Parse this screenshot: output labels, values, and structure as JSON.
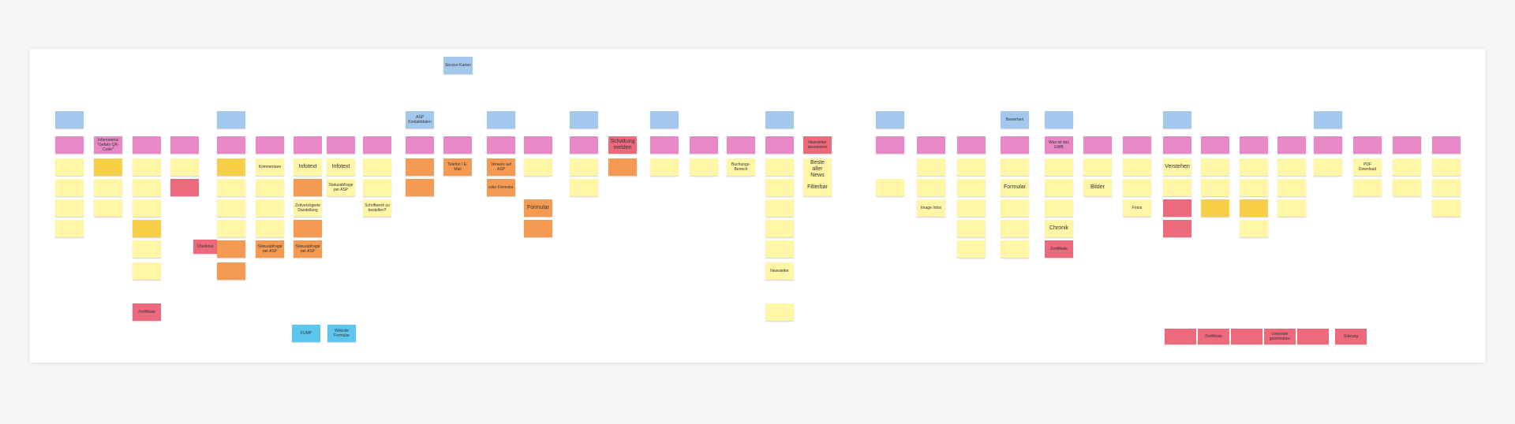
{
  "colors": {
    "yellow": "#fff6a8",
    "gold": "#f7d047",
    "orange": "#f59a52",
    "pink": "#e888c6",
    "red": "#ec6a7c",
    "blue": "#a3c8ee",
    "cyan": "#5cc6ef"
  },
  "notes": [
    {
      "text": "Service Karten",
      "color": "blue",
      "size": "med",
      "col": 0,
      "row": 0
    },
    {
      "text": "FUMP",
      "color": "cyan",
      "size": "med",
      "col": 0,
      "row": 0
    },
    {
      "text": "Website Formular",
      "color": "cyan",
      "size": "med",
      "col": 0,
      "row": 0
    },
    {
      "text": "",
      "color": "blue",
      "col": 1,
      "row": 1
    },
    {
      "text": "",
      "color": "pink",
      "col": 1,
      "row": 2
    },
    {
      "text": "",
      "color": "yellow",
      "col": 1,
      "row": 3
    },
    {
      "text": "",
      "color": "yellow",
      "col": 1,
      "row": 4
    },
    {
      "text": "",
      "color": "yellow",
      "col": 1,
      "row": 5
    },
    {
      "text": "",
      "color": "yellow",
      "col": 1,
      "row": 6
    },
    {
      "text": "Infomaterial \"Gefahr QR-Code\"",
      "color": "pink",
      "size": "med",
      "col": 2,
      "row": 2
    },
    {
      "text": "",
      "color": "gold",
      "col": 2,
      "row": 3
    },
    {
      "text": "",
      "color": "yellow",
      "col": 2,
      "row": 4
    },
    {
      "text": "",
      "color": "yellow",
      "col": 2,
      "row": 5
    },
    {
      "text": "",
      "color": "pink",
      "col": 3,
      "row": 2
    },
    {
      "text": "",
      "color": "yellow",
      "col": 3,
      "row": 3
    },
    {
      "text": "",
      "color": "yellow",
      "col": 3,
      "row": 4
    },
    {
      "text": "",
      "color": "yellow",
      "col": 3,
      "row": 5
    },
    {
      "text": "",
      "color": "gold",
      "col": 3,
      "row": 6
    },
    {
      "text": "",
      "color": "yellow",
      "col": 3,
      "row": 7
    },
    {
      "text": "",
      "color": "yellow",
      "col": 3,
      "row": 8
    },
    {
      "text": "Zertifikate",
      "color": "red",
      "size": "med",
      "col": 3,
      "row": 9
    },
    {
      "text": "",
      "color": "pink",
      "col": 4,
      "row": 2
    },
    {
      "text": "",
      "color": "yellow",
      "col": 4,
      "row": 3
    },
    {
      "text": "",
      "color": "red",
      "col": 4,
      "row": 4
    },
    {
      "text": "Checkout",
      "color": "red",
      "size": "med",
      "col": 4,
      "row": 0
    },
    {
      "text": "",
      "color": "blue",
      "col": 5,
      "row": 1
    },
    {
      "text": "",
      "color": "pink",
      "col": 5,
      "row": 2
    },
    {
      "text": "",
      "color": "gold",
      "col": 5,
      "row": 3
    },
    {
      "text": "",
      "color": "yellow",
      "col": 5,
      "row": 4
    },
    {
      "text": "",
      "color": "yellow",
      "col": 5,
      "row": 5
    },
    {
      "text": "",
      "color": "yellow",
      "col": 5,
      "row": 6
    },
    {
      "text": "",
      "color": "orange",
      "col": 5,
      "row": 7
    },
    {
      "text": "",
      "color": "orange",
      "col": 5,
      "row": 8
    },
    {
      "text": "",
      "color": "pink",
      "col": 6,
      "row": 2
    },
    {
      "text": "Kommentare",
      "color": "yellow",
      "size": "med",
      "col": 6,
      "row": 3
    },
    {
      "text": "",
      "color": "yellow",
      "col": 6,
      "row": 4
    },
    {
      "text": "",
      "color": "yellow",
      "col": 6,
      "row": 5
    },
    {
      "text": "",
      "color": "yellow",
      "col": 6,
      "row": 6
    },
    {
      "text": "Statusabfrage per ASP",
      "color": "orange",
      "size": "med",
      "col": 6,
      "row": 7
    },
    {
      "text": "",
      "color": "pink",
      "col": 7,
      "row": 2
    },
    {
      "text": "Infotext",
      "color": "yellow",
      "size": "big",
      "col": 7,
      "row": 3
    },
    {
      "text": "",
      "color": "orange",
      "col": 7,
      "row": 4
    },
    {
      "text": "Zeitverzögerte Darstellung",
      "color": "yellow",
      "size": "med",
      "col": 7,
      "row": 5
    },
    {
      "text": "",
      "color": "orange",
      "col": 7,
      "row": 6
    },
    {
      "text": "Statusabfrage per ASP",
      "color": "orange",
      "size": "med",
      "col": 7,
      "row": 7
    },
    {
      "text": "",
      "color": "pink",
      "col": 8,
      "row": 2
    },
    {
      "text": "Infotext",
      "color": "yellow",
      "size": "big",
      "col": 8,
      "row": 3
    },
    {
      "text": "Statusabfrage per ASP",
      "color": "yellow",
      "size": "med",
      "col": 8,
      "row": 4
    },
    {
      "text": "",
      "color": "pink",
      "col": 9,
      "row": 2
    },
    {
      "text": "",
      "color": "yellow",
      "col": 9,
      "row": 3
    },
    {
      "text": "",
      "color": "yellow",
      "col": 9,
      "row": 4
    },
    {
      "text": "Schriftwerk zu bestellen?",
      "color": "yellow",
      "size": "med",
      "col": 9,
      "row": 5
    },
    {
      "text": "ASP Kontaktdaten",
      "color": "blue",
      "size": "med",
      "col": 10,
      "row": 1
    },
    {
      "text": "",
      "color": "pink",
      "col": 10,
      "row": 2
    },
    {
      "text": "",
      "color": "orange",
      "col": 10,
      "row": 3
    },
    {
      "text": "",
      "color": "orange",
      "col": 10,
      "row": 4
    },
    {
      "text": "",
      "color": "pink",
      "col": 11,
      "row": 2
    },
    {
      "text": "Telefon / E-Mail",
      "color": "orange",
      "size": "med",
      "col": 11,
      "row": 3
    },
    {
      "text": "",
      "color": "blue",
      "col": 12,
      "row": 1
    },
    {
      "text": "",
      "color": "pink",
      "col": 12,
      "row": 2
    },
    {
      "text": "Verweis auf ASP",
      "color": "orange",
      "size": "med",
      "col": 12,
      "row": 3
    },
    {
      "text": "oder Formular",
      "color": "orange",
      "size": "med",
      "col": 12,
      "row": 4
    },
    {
      "text": "",
      "color": "pink",
      "col": 13,
      "row": 2
    },
    {
      "text": "",
      "color": "yellow",
      "col": 13,
      "row": 3
    },
    {
      "text": "Formular",
      "color": "orange",
      "size": "big",
      "col": 13,
      "row": 5
    },
    {
      "text": "",
      "color": "orange",
      "col": 13,
      "row": 6
    },
    {
      "text": "",
      "color": "blue",
      "col": 14,
      "row": 1
    },
    {
      "text": "",
      "color": "pink",
      "col": 14,
      "row": 2
    },
    {
      "text": "",
      "color": "yellow",
      "col": 14,
      "row": 3
    },
    {
      "text": "",
      "color": "yellow",
      "col": 14,
      "row": 4
    },
    {
      "text": "Schaltung melden",
      "color": "red",
      "size": "big",
      "col": 15,
      "row": 2
    },
    {
      "text": "",
      "color": "orange",
      "col": 15,
      "row": 3
    },
    {
      "text": "",
      "color": "blue",
      "col": 16,
      "row": 1
    },
    {
      "text": "",
      "color": "pink",
      "col": 16,
      "row": 2
    },
    {
      "text": "",
      "color": "yellow",
      "col": 16,
      "row": 3
    },
    {
      "text": "",
      "color": "pink",
      "col": 17,
      "row": 2
    },
    {
      "text": "",
      "color": "yellow",
      "col": 17,
      "row": 3
    },
    {
      "text": "",
      "color": "pink",
      "col": 18,
      "row": 2
    },
    {
      "text": "Buchungs-Bereich",
      "color": "yellow",
      "size": "med",
      "col": 18,
      "row": 3
    },
    {
      "text": "",
      "color": "blue",
      "col": 19,
      "row": 1
    },
    {
      "text": "",
      "color": "pink",
      "col": 19,
      "row": 2
    },
    {
      "text": "",
      "color": "yellow",
      "col": 19,
      "row": 3
    },
    {
      "text": "",
      "color": "yellow",
      "col": 19,
      "row": 4
    },
    {
      "text": "",
      "color": "yellow",
      "col": 19,
      "row": 5
    },
    {
      "text": "",
      "color": "yellow",
      "col": 19,
      "row": 6
    },
    {
      "text": "",
      "color": "yellow",
      "col": 19,
      "row": 7
    },
    {
      "text": "Newsletter",
      "color": "yellow",
      "size": "med",
      "col": 19,
      "row": 8
    },
    {
      "text": "",
      "color": "yellow",
      "col": 19,
      "row": 9
    },
    {
      "text": "Newsletter abonnieren",
      "color": "red",
      "size": "med",
      "col": 20,
      "row": 2
    },
    {
      "text": "Beste aller News",
      "color": "yellow",
      "size": "big",
      "col": 20,
      "row": 3
    },
    {
      "text": "Filterbar",
      "color": "yellow",
      "size": "big",
      "col": 20,
      "row": 4
    },
    {
      "text": "",
      "color": "blue",
      "col": 21,
      "row": 1
    },
    {
      "text": "",
      "color": "pink",
      "col": 21,
      "row": 2
    },
    {
      "text": "",
      "color": "yellow",
      "col": 21,
      "row": 4
    },
    {
      "text": "",
      "color": "pink",
      "col": 22,
      "row": 2
    },
    {
      "text": "",
      "color": "yellow",
      "col": 22,
      "row": 3
    },
    {
      "text": "",
      "color": "yellow",
      "col": 22,
      "row": 4
    },
    {
      "text": "Image Infos",
      "color": "yellow",
      "size": "med",
      "col": 22,
      "row": 5
    },
    {
      "text": "",
      "color": "pink",
      "col": 23,
      "row": 2
    },
    {
      "text": "",
      "color": "yellow",
      "col": 23,
      "row": 3
    },
    {
      "text": "",
      "color": "yellow",
      "col": 23,
      "row": 4
    },
    {
      "text": "",
      "color": "yellow",
      "col": 23,
      "row": 5
    },
    {
      "text": "",
      "color": "yellow",
      "col": 23,
      "row": 6
    },
    {
      "text": "",
      "color": "yellow",
      "col": 23,
      "row": 7
    },
    {
      "text": "Bewerben",
      "color": "blue",
      "size": "med",
      "col": 24,
      "row": 1
    },
    {
      "text": "",
      "color": "pink",
      "col": 24,
      "row": 2
    },
    {
      "text": "",
      "color": "yellow",
      "col": 24,
      "row": 3
    },
    {
      "text": "Formular",
      "color": "yellow",
      "size": "big",
      "col": 24,
      "row": 4
    },
    {
      "text": "",
      "color": "yellow",
      "col": 24,
      "row": 5
    },
    {
      "text": "",
      "color": "yellow",
      "col": 24,
      "row": 6
    },
    {
      "text": "",
      "color": "yellow",
      "col": 24,
      "row": 7
    },
    {
      "text": "",
      "color": "blue",
      "col": 25,
      "row": 1
    },
    {
      "text": "Was ist das EWB",
      "color": "pink",
      "size": "med",
      "col": 25,
      "row": 2
    },
    {
      "text": "",
      "color": "yellow",
      "col": 25,
      "row": 3
    },
    {
      "text": "",
      "color": "yellow",
      "col": 25,
      "row": 4
    },
    {
      "text": "",
      "color": "yellow",
      "col": 25,
      "row": 5
    },
    {
      "text": "Chronik",
      "color": "yellow",
      "size": "big",
      "col": 25,
      "row": 6
    },
    {
      "text": "Zertifikate",
      "color": "red",
      "size": "med",
      "col": 25,
      "row": 7
    },
    {
      "text": "",
      "color": "pink",
      "col": 26,
      "row": 2
    },
    {
      "text": "",
      "color": "yellow",
      "col": 26,
      "row": 3
    },
    {
      "text": "Bilder",
      "color": "yellow",
      "size": "big",
      "col": 26,
      "row": 4
    },
    {
      "text": "",
      "color": "pink",
      "col": 27,
      "row": 2
    },
    {
      "text": "",
      "color": "yellow",
      "col": 27,
      "row": 3
    },
    {
      "text": "",
      "color": "yellow",
      "col": 27,
      "row": 4
    },
    {
      "text": "Fotos",
      "color": "yellow",
      "size": "med",
      "col": 27,
      "row": 5
    },
    {
      "text": "",
      "color": "blue",
      "col": 28,
      "row": 1
    },
    {
      "text": "",
      "color": "pink",
      "col": 28,
      "row": 2
    },
    {
      "text": "Verstehen",
      "color": "yellow",
      "size": "big",
      "col": 28,
      "row": 3
    },
    {
      "text": "",
      "color": "yellow",
      "col": 28,
      "row": 4
    },
    {
      "text": "",
      "color": "red",
      "col": 28,
      "row": 5
    },
    {
      "text": "",
      "color": "red",
      "col": 28,
      "row": 6
    },
    {
      "text": "",
      "color": "pink",
      "col": 29,
      "row": 2
    },
    {
      "text": "",
      "color": "yellow",
      "col": 29,
      "row": 3
    },
    {
      "text": "",
      "color": "yellow",
      "col": 29,
      "row": 4
    },
    {
      "text": "",
      "color": "gold",
      "col": 29,
      "row": 5
    },
    {
      "text": "",
      "color": "pink",
      "col": 30,
      "row": 2
    },
    {
      "text": "",
      "color": "yellow",
      "col": 30,
      "row": 3
    },
    {
      "text": "",
      "color": "yellow",
      "col": 30,
      "row": 4
    },
    {
      "text": "",
      "color": "gold",
      "col": 30,
      "row": 5
    },
    {
      "text": "",
      "color": "yellow",
      "col": 30,
      "row": 6
    },
    {
      "text": "",
      "color": "pink",
      "col": 31,
      "row": 2
    },
    {
      "text": "",
      "color": "yellow",
      "col": 31,
      "row": 3
    },
    {
      "text": "",
      "color": "yellow",
      "col": 31,
      "row": 4
    },
    {
      "text": "",
      "color": "yellow",
      "col": 31,
      "row": 5
    },
    {
      "text": "",
      "color": "blue",
      "col": 32,
      "row": 1
    },
    {
      "text": "",
      "color": "pink",
      "col": 32,
      "row": 2
    },
    {
      "text": "",
      "color": "yellow",
      "col": 32,
      "row": 3
    },
    {
      "text": "",
      "color": "pink",
      "col": 33,
      "row": 2
    },
    {
      "text": "PDF Download",
      "color": "yellow",
      "size": "med",
      "col": 33,
      "row": 3
    },
    {
      "text": "",
      "color": "yellow",
      "col": 33,
      "row": 4
    },
    {
      "text": "",
      "color": "pink",
      "col": 34,
      "row": 2
    },
    {
      "text": "",
      "color": "yellow",
      "col": 34,
      "row": 3
    },
    {
      "text": "",
      "color": "yellow",
      "col": 34,
      "row": 4
    },
    {
      "text": "",
      "color": "pink",
      "col": 35,
      "row": 2
    },
    {
      "text": "",
      "color": "yellow",
      "col": 35,
      "row": 3
    },
    {
      "text": "",
      "color": "yellow",
      "col": 35,
      "row": 4
    },
    {
      "text": "",
      "color": "yellow",
      "col": 35,
      "row": 5
    },
    {
      "text": "",
      "color": "red",
      "col": 36,
      "row": 10
    },
    {
      "text": "Zertifikate",
      "color": "red",
      "size": "med",
      "col": 37,
      "row": 10
    },
    {
      "text": "",
      "color": "red",
      "col": 38,
      "row": 10
    },
    {
      "text": "corporate governance",
      "color": "red",
      "size": "med",
      "col": 39,
      "row": 10
    },
    {
      "text": "",
      "color": "red",
      "col": 40,
      "row": 10
    },
    {
      "text": "Satzung",
      "color": "red",
      "size": "med",
      "col": 41,
      "row": 10
    }
  ]
}
